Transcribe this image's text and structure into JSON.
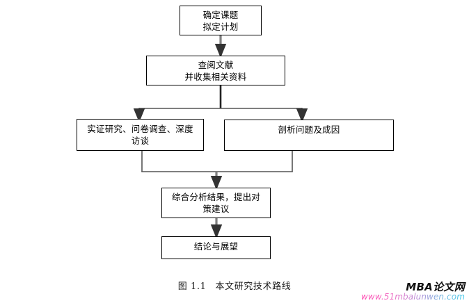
{
  "figure": {
    "caption_number": "图 1.1",
    "caption_title": "本文研究技术路线",
    "colors": {
      "box_border": "#000000",
      "connector_line": "#808080",
      "arrow_head": "#333333",
      "text": "#000000",
      "background": "#ffffff"
    },
    "nodes": [
      {
        "id": "node-1",
        "label": "确定课题\n拟定计划"
      },
      {
        "id": "node-2",
        "label": "查阅文献\n并收集相关资料"
      },
      {
        "id": "node-3",
        "label": "实证研究、问卷调查、深度\n访谈"
      },
      {
        "id": "node-4",
        "label": "剖析问题及成因"
      },
      {
        "id": "node-5",
        "label": "综合分析结果，提出对\n策建议"
      },
      {
        "id": "node-6",
        "label": "结论与展望"
      }
    ],
    "connectors": [
      {
        "from": "node-1",
        "to": "node-2",
        "type": "straight-arrow"
      },
      {
        "from": "node-2",
        "to": "node-3",
        "type": "branch-arrow-left"
      },
      {
        "from": "node-2",
        "to": "node-4",
        "type": "branch-arrow-right"
      },
      {
        "from": "node-3",
        "to": "node-5",
        "type": "merge-arrow"
      },
      {
        "from": "node-4",
        "to": "node-5",
        "type": "merge-arrow"
      },
      {
        "from": "node-5",
        "to": "node-6",
        "type": "straight-arrow"
      }
    ]
  },
  "watermark": {
    "brand": "MBA论文网",
    "url": "www.51mbalunwen.com"
  }
}
